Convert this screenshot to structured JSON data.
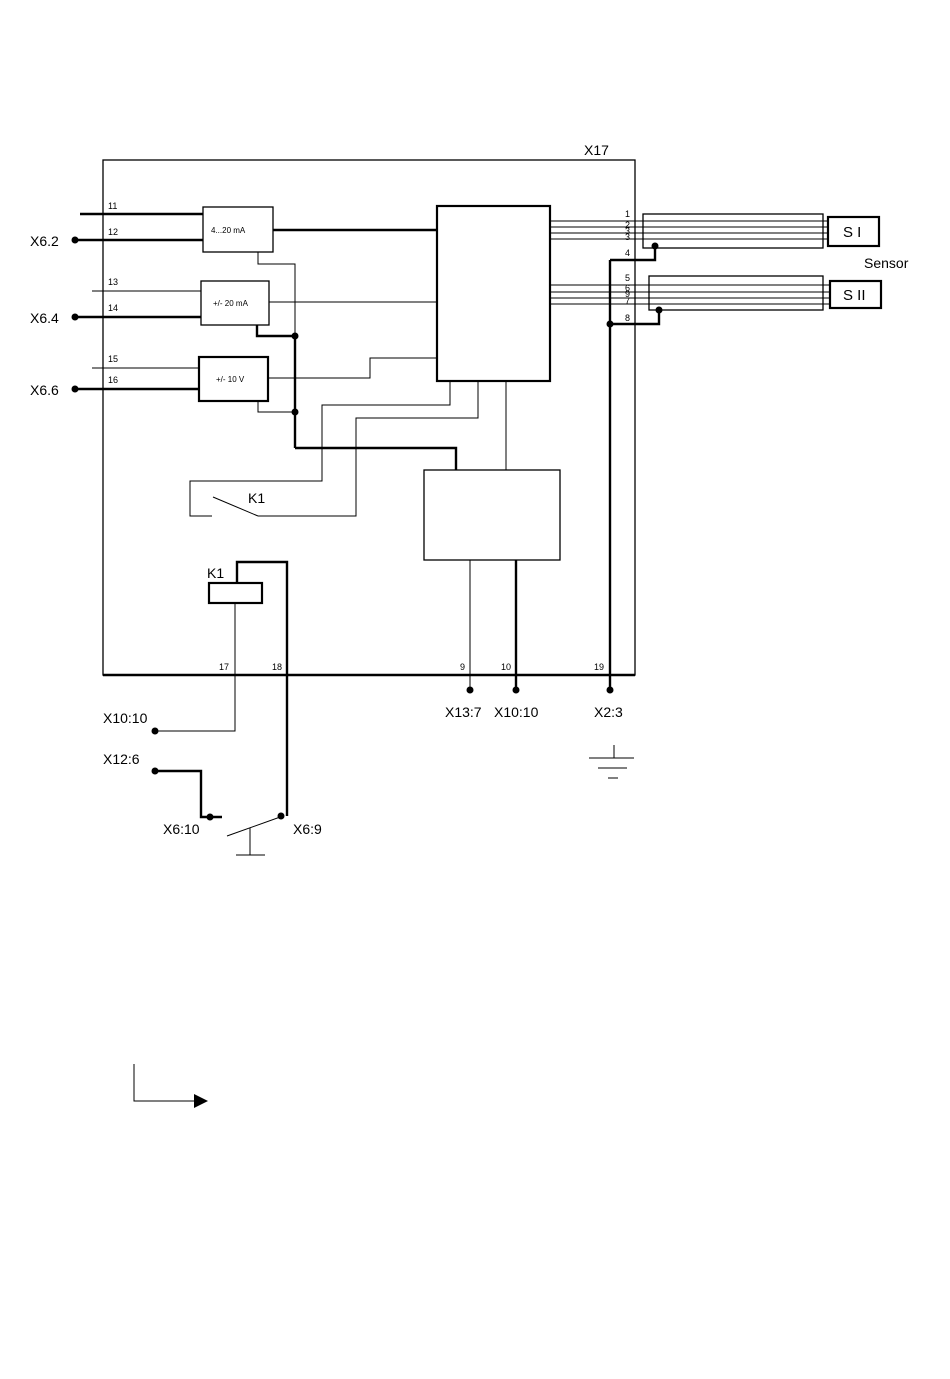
{
  "enclosure": {
    "label": "X17"
  },
  "inputs": {
    "ch1": {
      "terminal": "X6.2",
      "pin_top": "11",
      "pin_bottom": "12",
      "converter": "4...20 mA"
    },
    "ch2": {
      "terminal": "X6.4",
      "pin_top": "13",
      "pin_bottom": "14",
      "converter": "+/- 20 mA"
    },
    "ch3": {
      "terminal": "X6.6",
      "pin_top": "15",
      "pin_bottom": "16",
      "converter": "+/- 10 V"
    }
  },
  "sensor": {
    "label": "Sensor",
    "s1": {
      "label": "S I",
      "pins": [
        "1",
        "2",
        "3",
        "3",
        "4"
      ]
    },
    "s2": {
      "label": "S II",
      "pins": [
        "5",
        "6",
        "9",
        "7",
        "8"
      ]
    }
  },
  "relay": {
    "contact_label": "K1",
    "coil_label": "K1"
  },
  "bottom_pins": {
    "p17": "17",
    "p18": "18",
    "p9": "9",
    "p10": "10",
    "p19": "19"
  },
  "bottom_terminals": {
    "x13_7": "X13:7",
    "x10_10_right": "X10:10",
    "x2_3": "X2:3"
  },
  "external": {
    "x10_10_left": "X10:10",
    "x12_6": "X12:6",
    "x6_10": "X6:10",
    "x6_9": "X6:9"
  }
}
